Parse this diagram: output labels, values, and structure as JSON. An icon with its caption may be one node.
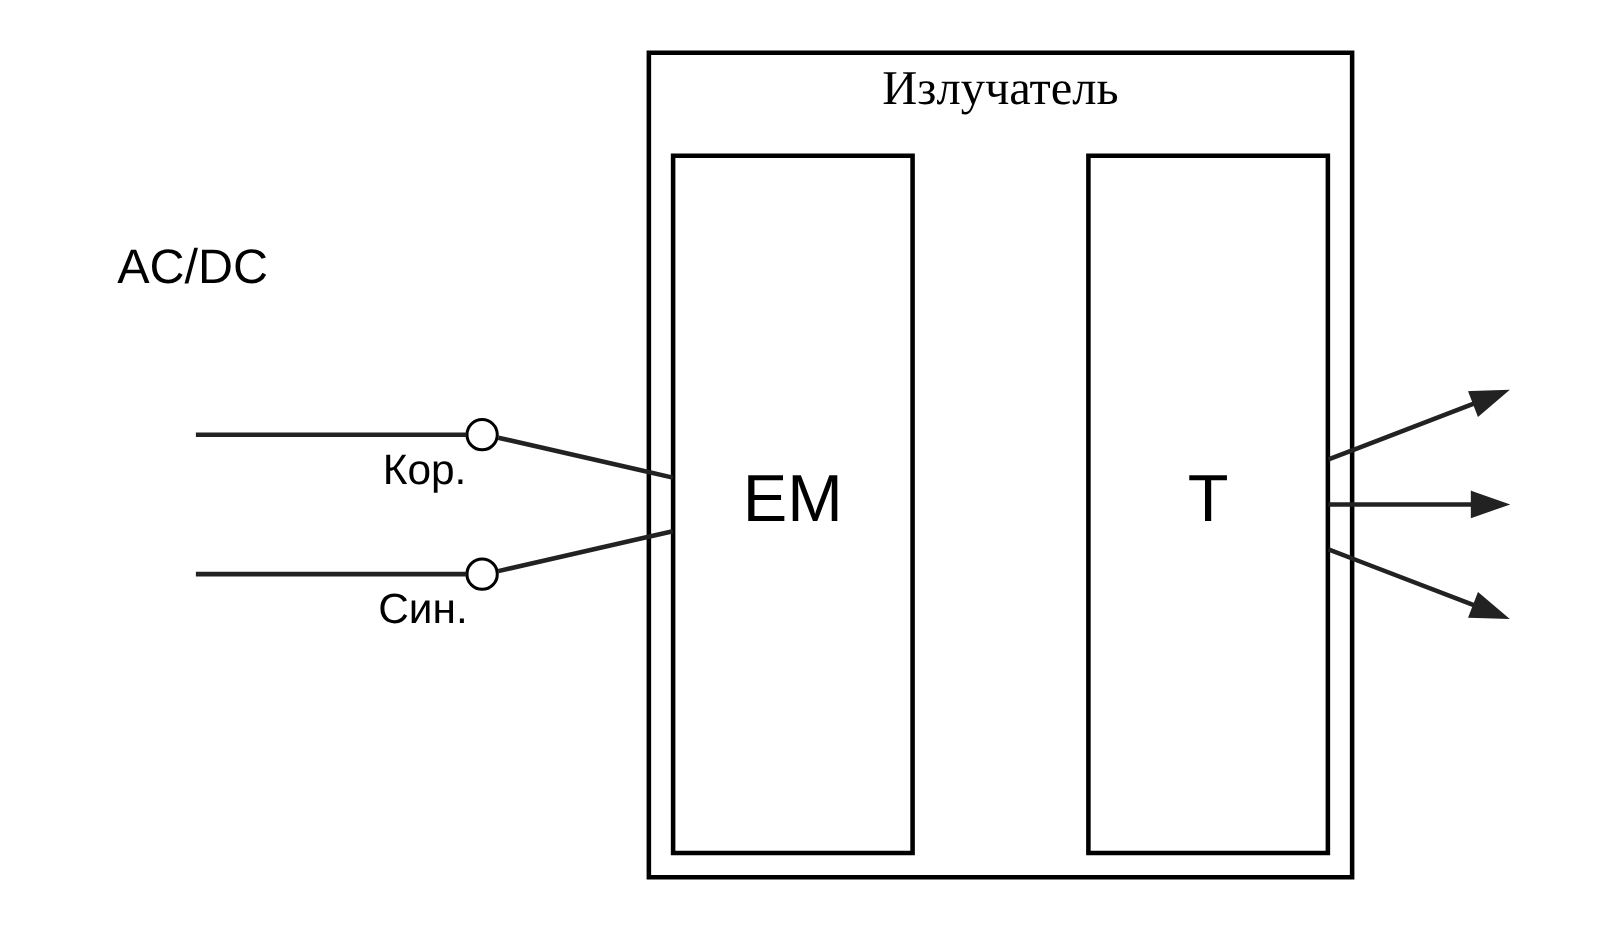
{
  "diagram": {
    "nodes": [
      {
        "text": [
          "Излучатель"
        ]
      },
      {
        "text": [
          "EM"
        ],
        "in": 0
      },
      {
        "text": [
          "T"
        ],
        "in": 0
      },
      {
        "text": [],
        "shape": "circle",
        "beside": [
          "Кор."
        ]
      },
      {
        "text": [],
        "shape": "circle",
        "beside": [
          "Син."
        ]
      }
    ],
    "edges": [
      {
        "from": null,
        "to": 3,
        "arrow": "none"
      },
      {
        "from": 3,
        "to": 1,
        "arrow": "none"
      },
      {
        "from": null,
        "to": 4,
        "arrow": "none"
      },
      {
        "from": 4,
        "to": 1,
        "arrow": "none"
      },
      {
        "from": 2,
        "to": null,
        "arrow": "to"
      },
      {
        "from": 2,
        "to": null,
        "arrow": "to"
      },
      {
        "from": 2,
        "to": null,
        "arrow": "to"
      }
    ],
    "labels": [
      "AC/DC"
    ]
  }
}
